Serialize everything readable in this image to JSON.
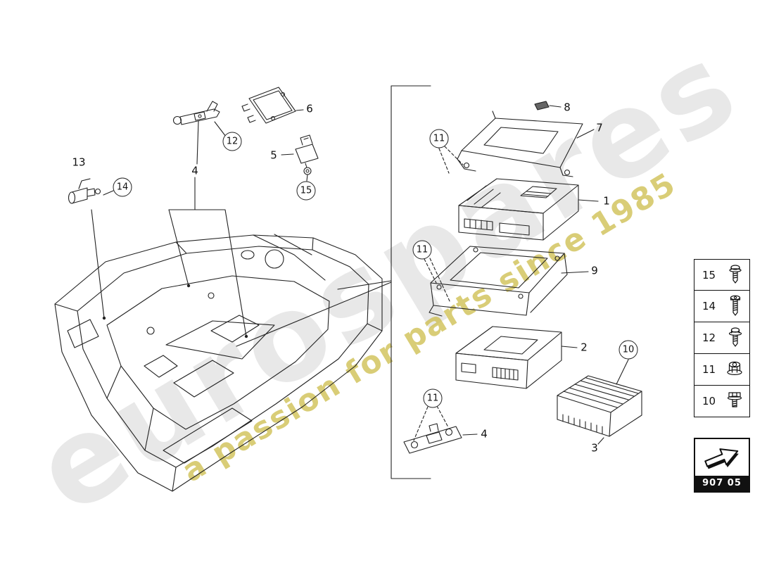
{
  "watermark": {
    "brand": "eurospares",
    "tagline": "a passion for parts since 1985"
  },
  "diagram": {
    "code": "907 05"
  },
  "callouts": {
    "c13": "13",
    "c14": "14",
    "c4_top": "4",
    "c12": "12",
    "c6": "6",
    "c5": "5",
    "c15": "15",
    "c11a": "11",
    "c8": "8",
    "c7": "7",
    "c1": "1",
    "c11b": "11",
    "c9": "9",
    "c2": "2",
    "c10": "10",
    "c11c": "11",
    "c4_bottom": "4",
    "c3": "3"
  },
  "legend": {
    "items": [
      {
        "number": "15",
        "icon": "pan-head-screw-icon"
      },
      {
        "number": "14",
        "icon": "torx-screw-icon"
      },
      {
        "number": "12",
        "icon": "washer-screw-icon"
      },
      {
        "number": "11",
        "icon": "flange-nut-icon"
      },
      {
        "number": "10",
        "icon": "hex-bolt-icon"
      }
    ]
  }
}
